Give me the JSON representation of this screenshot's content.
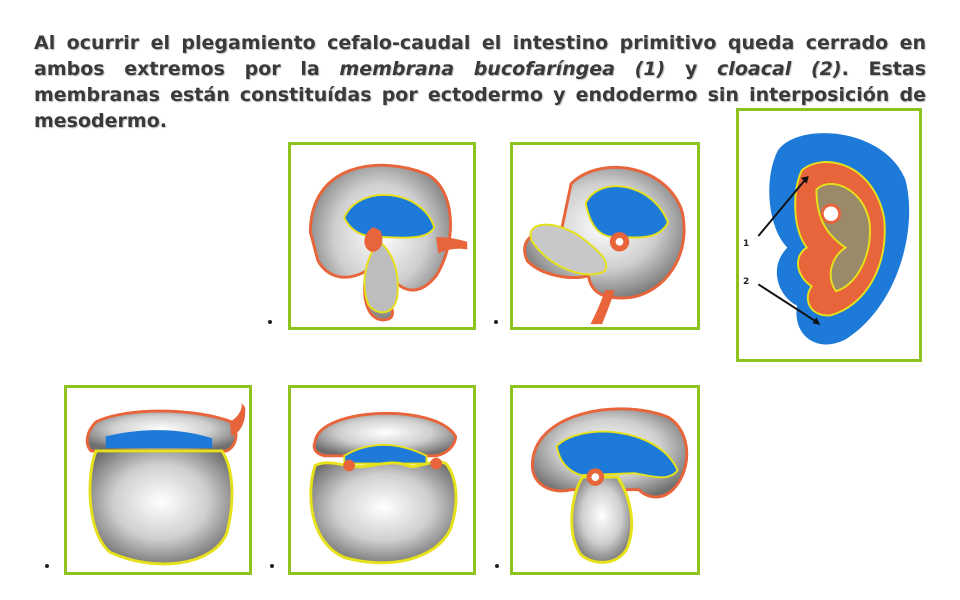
{
  "caption": {
    "part1": "Al ocurrir el plegamiento cefalo-caudal el intestino primitivo queda cerrado en ambos extremos por  la ",
    "em1": "membrana bucofaríngea (1)",
    "part2": "  y ",
    "em2": "cloacal (2)",
    "part3": ". Estas membranas están constituídas por ectodermo y endodermo sin interposición de mesodermo."
  },
  "labels": {
    "one": "1",
    "two": "2"
  },
  "colors": {
    "panel_border": "#8dc21f",
    "ectoderm": "#e8643a",
    "endoderm_line": "#e6e11a",
    "amnion_blue": "#1e7ad8",
    "yolk_gray": "#9a9a9a"
  },
  "figures": [
    {
      "name": "stage-1-embryo"
    },
    {
      "name": "stage-2-embryo"
    },
    {
      "name": "stage-3-embryo"
    },
    {
      "name": "stage-4-embryo"
    },
    {
      "name": "stage-5-embryo"
    },
    {
      "name": "detail-embryo-membranes"
    }
  ]
}
